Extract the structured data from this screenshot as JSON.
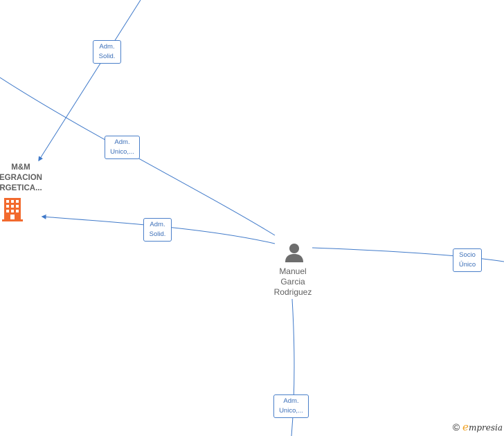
{
  "company": {
    "lines": [
      "M&M",
      "EGRACION",
      "RGETICA..."
    ],
    "icon": "building-icon",
    "icon_color": "#f26a2e"
  },
  "person": {
    "lines": [
      "Manuel",
      "Garcia",
      "Rodriguez"
    ],
    "icon": "person-icon",
    "icon_color": "#6d6d6d"
  },
  "edges": [
    {
      "id": "e1",
      "lines": [
        "Adm.",
        "Solid."
      ]
    },
    {
      "id": "e2",
      "lines": [
        "Adm.",
        "Unico,..."
      ]
    },
    {
      "id": "e3",
      "lines": [
        "Adm.",
        "Solid."
      ]
    },
    {
      "id": "e4",
      "lines": [
        "Socio",
        "Único"
      ]
    },
    {
      "id": "e5",
      "lines": [
        "Adm.",
        "Unico,..."
      ]
    }
  ],
  "edge_color": "#3f79c9",
  "copyright": {
    "symbol": "©",
    "brand_initial": "e",
    "brand_rest": "mpresia"
  }
}
